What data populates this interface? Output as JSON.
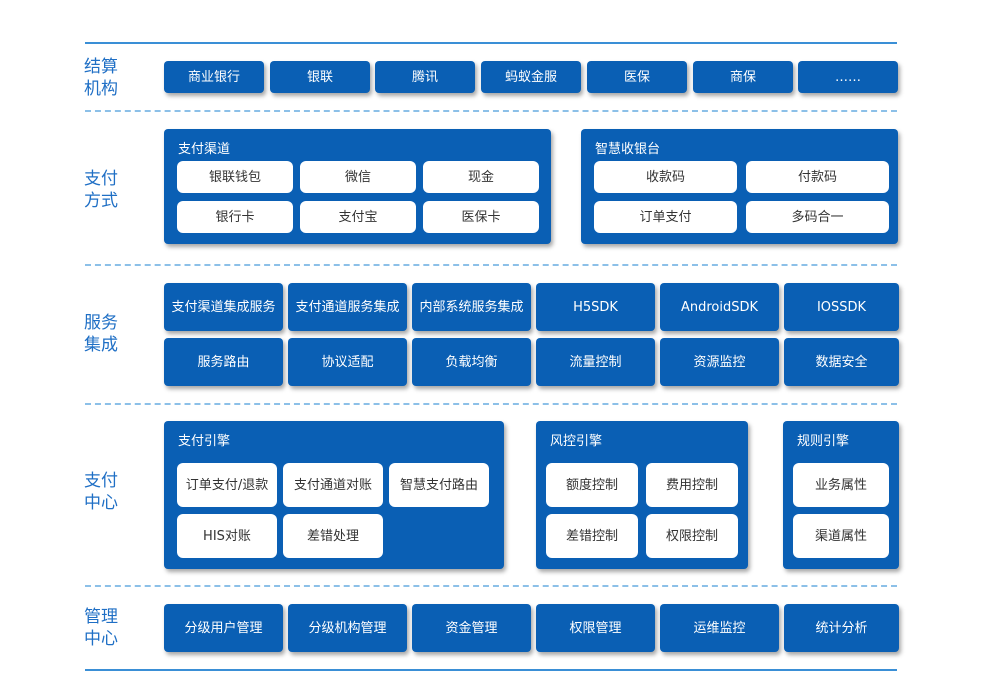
{
  "settlement": {
    "label": [
      "结算",
      "机构"
    ],
    "items": [
      "商业银行",
      "银联",
      "腾讯",
      "蚂蚁金服",
      "医保",
      "商保",
      "……"
    ]
  },
  "payment_methods": {
    "label": [
      "支付",
      "方式"
    ],
    "channels": {
      "title": "支付渠道",
      "items": [
        "银联钱包",
        "微信",
        "现金",
        "银行卡",
        "支付宝",
        "医保卡"
      ]
    },
    "smart_cashier": {
      "title": "智慧收银台",
      "items": [
        "收款码",
        "付款码",
        "订单支付",
        "多码合一"
      ]
    }
  },
  "service_integration": {
    "label": [
      "服务",
      "集成"
    ],
    "top": [
      [
        "支付渠道",
        "集成服务"
      ],
      [
        "支付通道",
        "服务集成"
      ],
      [
        "内部系统",
        "服务集成"
      ],
      [
        "H5",
        "SDK"
      ],
      [
        "Android",
        "SDK"
      ],
      [
        "IOS",
        "SDK"
      ]
    ],
    "bottom": [
      "服务路由",
      "协议适配",
      "负载均衡",
      "流量控制",
      "资源监控",
      "数据安全"
    ]
  },
  "payment_center": {
    "label": [
      "支付",
      "中心"
    ],
    "payment_engine": {
      "title": "支付引擎",
      "items": [
        [
          "订单",
          "支付/退款"
        ],
        [
          "支付通道",
          "对账"
        ],
        [
          "智慧",
          "支付路由"
        ],
        [
          "HIS",
          "对账"
        ],
        [
          "差错处理"
        ]
      ]
    },
    "risk_engine": {
      "title": "风控引擎",
      "items": [
        "额度控制",
        "费用控制",
        "差错控制",
        "权限控制"
      ]
    },
    "rule_engine": {
      "title": "规则引擎",
      "items": [
        "业务属性",
        "渠道属性"
      ]
    }
  },
  "management_center": {
    "label": [
      "管理",
      "中心"
    ],
    "items": [
      "分级用户管理",
      "分级机构管理",
      "资金管理",
      "权限管理",
      "运维监控",
      "统计分析"
    ]
  },
  "colors": {
    "box": "#0a5fb4",
    "label": "#1f6fc5",
    "line": "#3a8fd6",
    "dash": "#8cc0e8"
  }
}
